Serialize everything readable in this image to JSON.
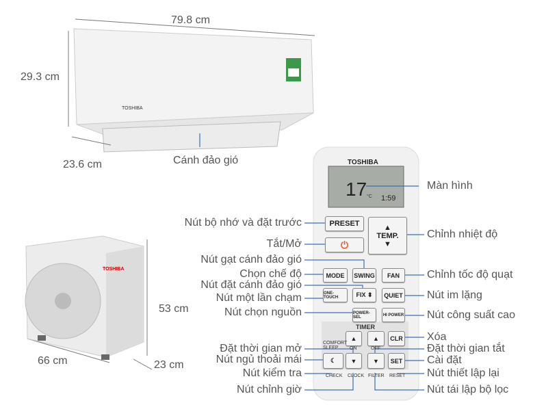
{
  "indoor": {
    "width": "79.8 cm",
    "height": "29.3 cm",
    "depth": "23.6 cm",
    "louver_label": "Cánh đảo gió",
    "brand": "TOSHIBA"
  },
  "outdoor": {
    "width": "66 cm",
    "height": "53 cm",
    "depth": "23 cm",
    "brand": "TOSHIBA"
  },
  "remote": {
    "brand": "TOSHIBA",
    "display_temp": "17",
    "display_unit": "°C",
    "display_time": "1:59",
    "buttons": {
      "preset": "PRESET",
      "temp": "TEMP.",
      "mode": "MODE",
      "swing": "SWING",
      "fan": "FAN",
      "one_touch": "ONE-TOUCH",
      "fix": "FIX ⬍",
      "quiet": "QUIET",
      "power_sel": "POWER-SEL",
      "hi_power": "HI POWER",
      "timer": "TIMER",
      "clr": "CLR",
      "set": "SET",
      "comfort_sleep": "COMFORT SLEEP",
      "on": "ON",
      "off": "OFF",
      "check": "CHECK",
      "clock": "CLOCK",
      "filter": "FILTER",
      "reset": "RESET"
    }
  },
  "labels_left": [
    "Nút bộ nhớ và đặt trước",
    "Tắt/Mở",
    "Nút gạt cánh đảo gió",
    "Chọn chế độ",
    "Nút đặt cánh đảo gió",
    "Nút một lần chạm",
    "Nút chọn nguồn",
    "Đặt thời gian mở",
    "Nút ngủ thoải mái",
    "Nút kiểm tra",
    "Nút chỉnh giờ"
  ],
  "labels_right": [
    "Màn hình",
    "Chỉnh nhiệt độ",
    "Chỉnh tốc độ quạt",
    "Nút im lặng",
    "Nút công suất cao",
    "Xóa",
    "Đặt thời gian tắt",
    "Cài đặt",
    "Nút thiết lập lại",
    "Nút tái lập bộ lọc"
  ],
  "colors": {
    "leader": "#3a6fb5",
    "text": "#555555",
    "power": "#e0603a"
  }
}
